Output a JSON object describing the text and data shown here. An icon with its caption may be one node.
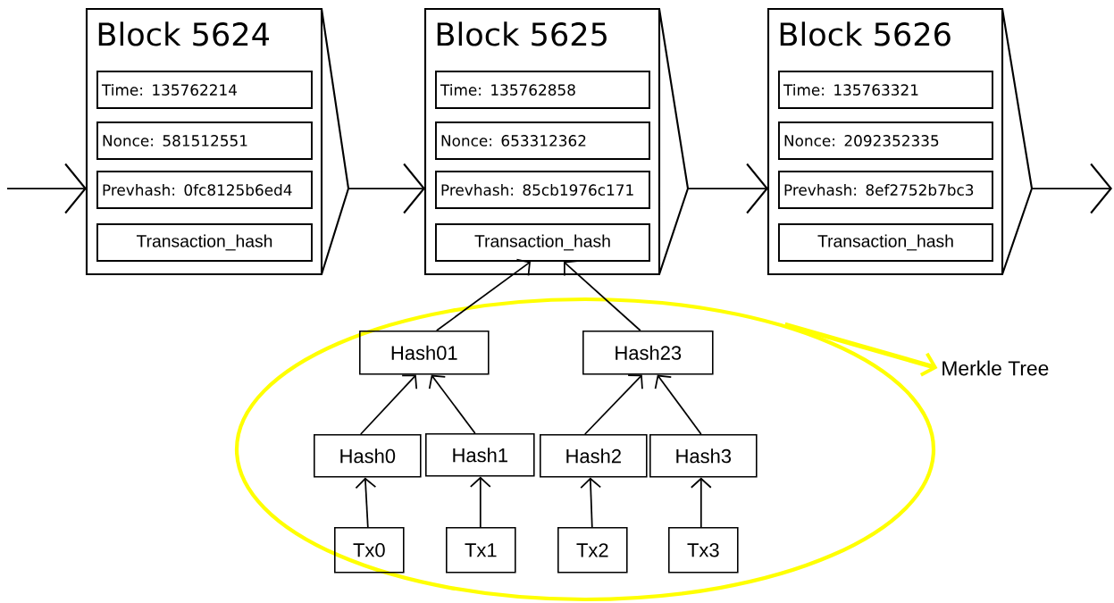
{
  "diagram": {
    "nodes": [
      {
        "text": [
          "Block 5624"
        ]
      },
      {
        "text": [
          "Time: 135762214"
        ],
        "in": 0
      },
      {
        "text": [
          "Nonce: 581512551"
        ],
        "in": 0
      },
      {
        "text": [
          "Prevhash: 0fc8125b6ed4"
        ],
        "in": 0
      },
      {
        "text": [
          "Transaction_hash"
        ],
        "in": 0
      },
      {
        "text": [
          "Block 5625"
        ]
      },
      {
        "text": [
          "Time: 135762858"
        ],
        "in": 5
      },
      {
        "text": [
          "Nonce: 653312362"
        ],
        "in": 5
      },
      {
        "text": [
          "Prevhash: 85cb1976c171"
        ],
        "in": 5
      },
      {
        "text": [
          "Transaction_hash"
        ],
        "in": 5
      },
      {
        "text": [
          "Block 5626"
        ]
      },
      {
        "text": [
          "Time: 135763321"
        ],
        "in": 10
      },
      {
        "text": [
          "Nonce: 2092352335"
        ],
        "in": 10
      },
      {
        "text": [
          "Prevhash: 8ef2752b7bc3"
        ],
        "in": 10
      },
      {
        "text": [
          "Transaction_hash"
        ],
        "in": 10
      },
      {
        "text": [],
        "shape": "ellipse"
      },
      {
        "text": [
          "Hash01"
        ],
        "in": 15
      },
      {
        "text": [
          "Hash23"
        ],
        "in": 15
      },
      {
        "text": [
          "Hash0"
        ],
        "in": 15
      },
      {
        "text": [
          "Hash1"
        ],
        "in": 15
      },
      {
        "text": [
          "Hash2"
        ],
        "in": 15
      },
      {
        "text": [
          "Hash3"
        ],
        "in": 15
      },
      {
        "text": [
          "Tx0"
        ],
        "in": 15
      },
      {
        "text": [
          "Tx1"
        ],
        "in": 15
      },
      {
        "text": [
          "Tx2"
        ],
        "in": 15
      },
      {
        "text": [
          "Tx3"
        ],
        "in": 15
      },
      {
        "text": [
          "Merkle Tree"
        ]
      }
    ],
    "edges": [
      {
        "from": null,
        "to": 0,
        "arrow": "to"
      },
      {
        "from": 0,
        "to": 5,
        "arrow": "to"
      },
      {
        "from": 5,
        "to": 10,
        "arrow": "to"
      },
      {
        "from": 10,
        "to": null,
        "arrow": "to"
      },
      {
        "from": 16,
        "to": 9,
        "arrow": "to"
      },
      {
        "from": 17,
        "to": 9,
        "arrow": "to"
      },
      {
        "from": 18,
        "to": 16,
        "arrow": "to"
      },
      {
        "from": 19,
        "to": 16,
        "arrow": "to"
      },
      {
        "from": 20,
        "to": 17,
        "arrow": "to"
      },
      {
        "from": 21,
        "to": 17,
        "arrow": "to"
      },
      {
        "from": 22,
        "to": 18,
        "arrow": "to"
      },
      {
        "from": 23,
        "to": 19,
        "arrow": "to"
      },
      {
        "from": 24,
        "to": 20,
        "arrow": "to"
      },
      {
        "from": 25,
        "to": 21,
        "arrow": "to"
      },
      {
        "from": 15,
        "to": 26,
        "arrow": "to",
        "style": "thick",
        "color": "#ffff00"
      }
    ]
  }
}
